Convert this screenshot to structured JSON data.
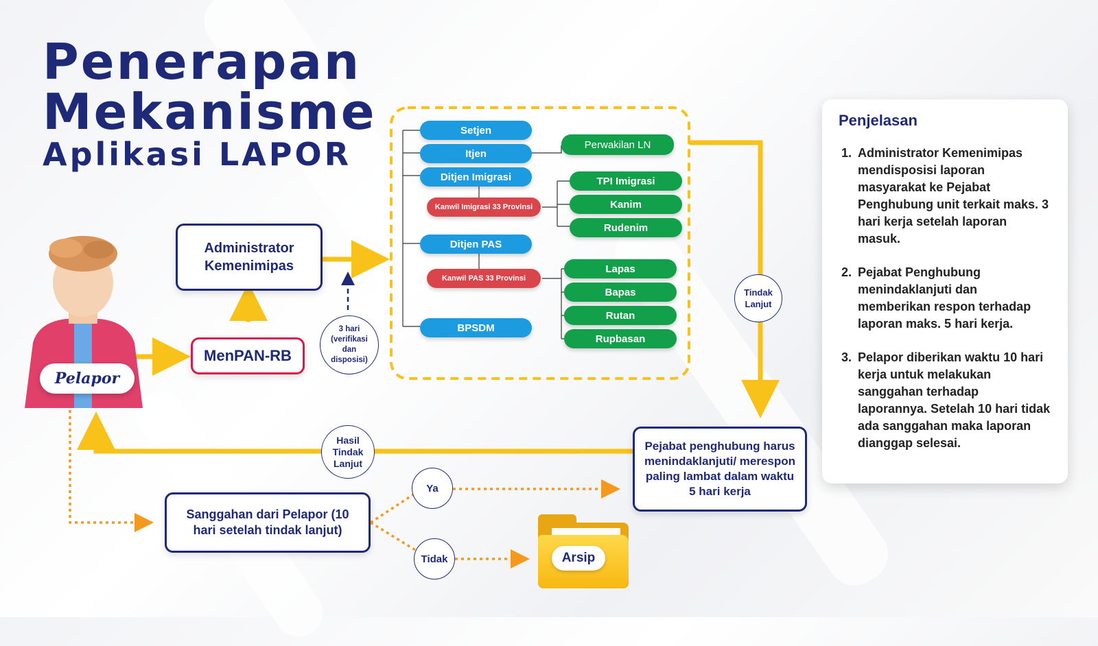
{
  "title": {
    "line1": "Penerapan",
    "line2": "Mekanisme",
    "line3": "Aplikasi LAPOR"
  },
  "colors": {
    "navy": "#1e2a78",
    "yellow": "#f8c21a",
    "orange": "#f39a1e",
    "blue_pill": "#1d9be0",
    "green_pill": "#12a04a",
    "red_pill": "#d9454a",
    "menpan_border": "#d81b4f"
  },
  "nodes": {
    "pelapor": "Pelapor",
    "menpan": "MenPAN-RB",
    "administrator": "Administrator Kemenimipas",
    "pejabat": "Pejabat penghubung harus menindaklanjuti/ merespon paling lambat dalam waktu 5 hari kerja",
    "sanggahan": "Sanggahan dari Pelapor (10 hari setelah tindak lanjut)",
    "arsip": "Arsip"
  },
  "circles": {
    "three_days": "3 hari (verifikasi dan disposisi)",
    "tindak_lanjut": "Tindak Lanjut",
    "hasil": "Hasil Tindak Lanjut",
    "ya": "Ya",
    "tidak": "Tidak"
  },
  "units": {
    "setjen": "Setjen",
    "itjen": "Itjen",
    "ditjen_imigrasi": "Ditjen Imigrasi",
    "perwakilan_ln": "Perwakilan LN",
    "kanwil_imigrasi": "Kanwil Imigrasi 33 Provinsi",
    "tpi_imigrasi": "TPI Imigrasi",
    "kanim": "Kanim",
    "rudenim": "Rudenim",
    "ditjen_pas": "Ditjen PAS",
    "kanwil_pas": "Kanwil PAS 33 Provinsi",
    "lapas": "Lapas",
    "bapas": "Bapas",
    "rutan": "Rutan",
    "rupbasan": "Rupbasan",
    "bpsdm": "BPSDM"
  },
  "panel": {
    "heading": "Penjelasan",
    "items": [
      "Administrator Kemenimipas mendisposisi laporan masyarakat ke Pejabat Penghubung unit terkait maks. 3 hari kerja setelah laporan masuk.",
      "Pejabat Penghubung menindaklanjuti dan memberikan respon terhadap laporan maks. 5 hari kerja.",
      "Pelapor diberikan waktu 10 hari kerja untuk melakukan sanggahan terhadap laporannya. Setelah 10 hari tidak ada sanggahan maka laporan dianggap selesai."
    ]
  }
}
